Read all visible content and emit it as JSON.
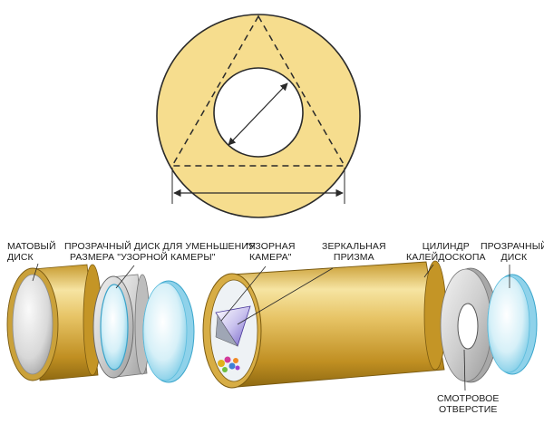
{
  "labels": {
    "matte_disk": [
      "МАТОВЫЙ",
      "ДИСК"
    ],
    "reducing_disk": [
      "ПРОЗРАЧНЫЙ ДИСК ДЛЯ УМЕНЬШЕНИЯ",
      "РАЗМЕРА \"УЗОРНОЙ КАМЕРЫ\""
    ],
    "pattern_chamber": [
      "\"УЗОРНАЯ",
      "КАМЕРА\""
    ],
    "mirror_prism": [
      "ЗЕРКАЛЬНАЯ",
      "ПРИЗМА"
    ],
    "cylinder": [
      "ЦИЛИНДР",
      "КАЛЕЙДОСКОПА"
    ],
    "clear_disk": [
      "ПРОЗРАЧНЫЙ",
      "ДИСК"
    ],
    "eyehole": [
      "СМОТРОВОЕ",
      "ОТВЕРСТИЕ"
    ]
  },
  "colors": {
    "ring_fill": "#f6dd8e",
    "gold_light": "#f7e6a6",
    "gold_dark": "#b88a1d",
    "glass": "#bfe6f3",
    "glass_edge": "#4db2d6",
    "outline": "#2a2a2a"
  }
}
